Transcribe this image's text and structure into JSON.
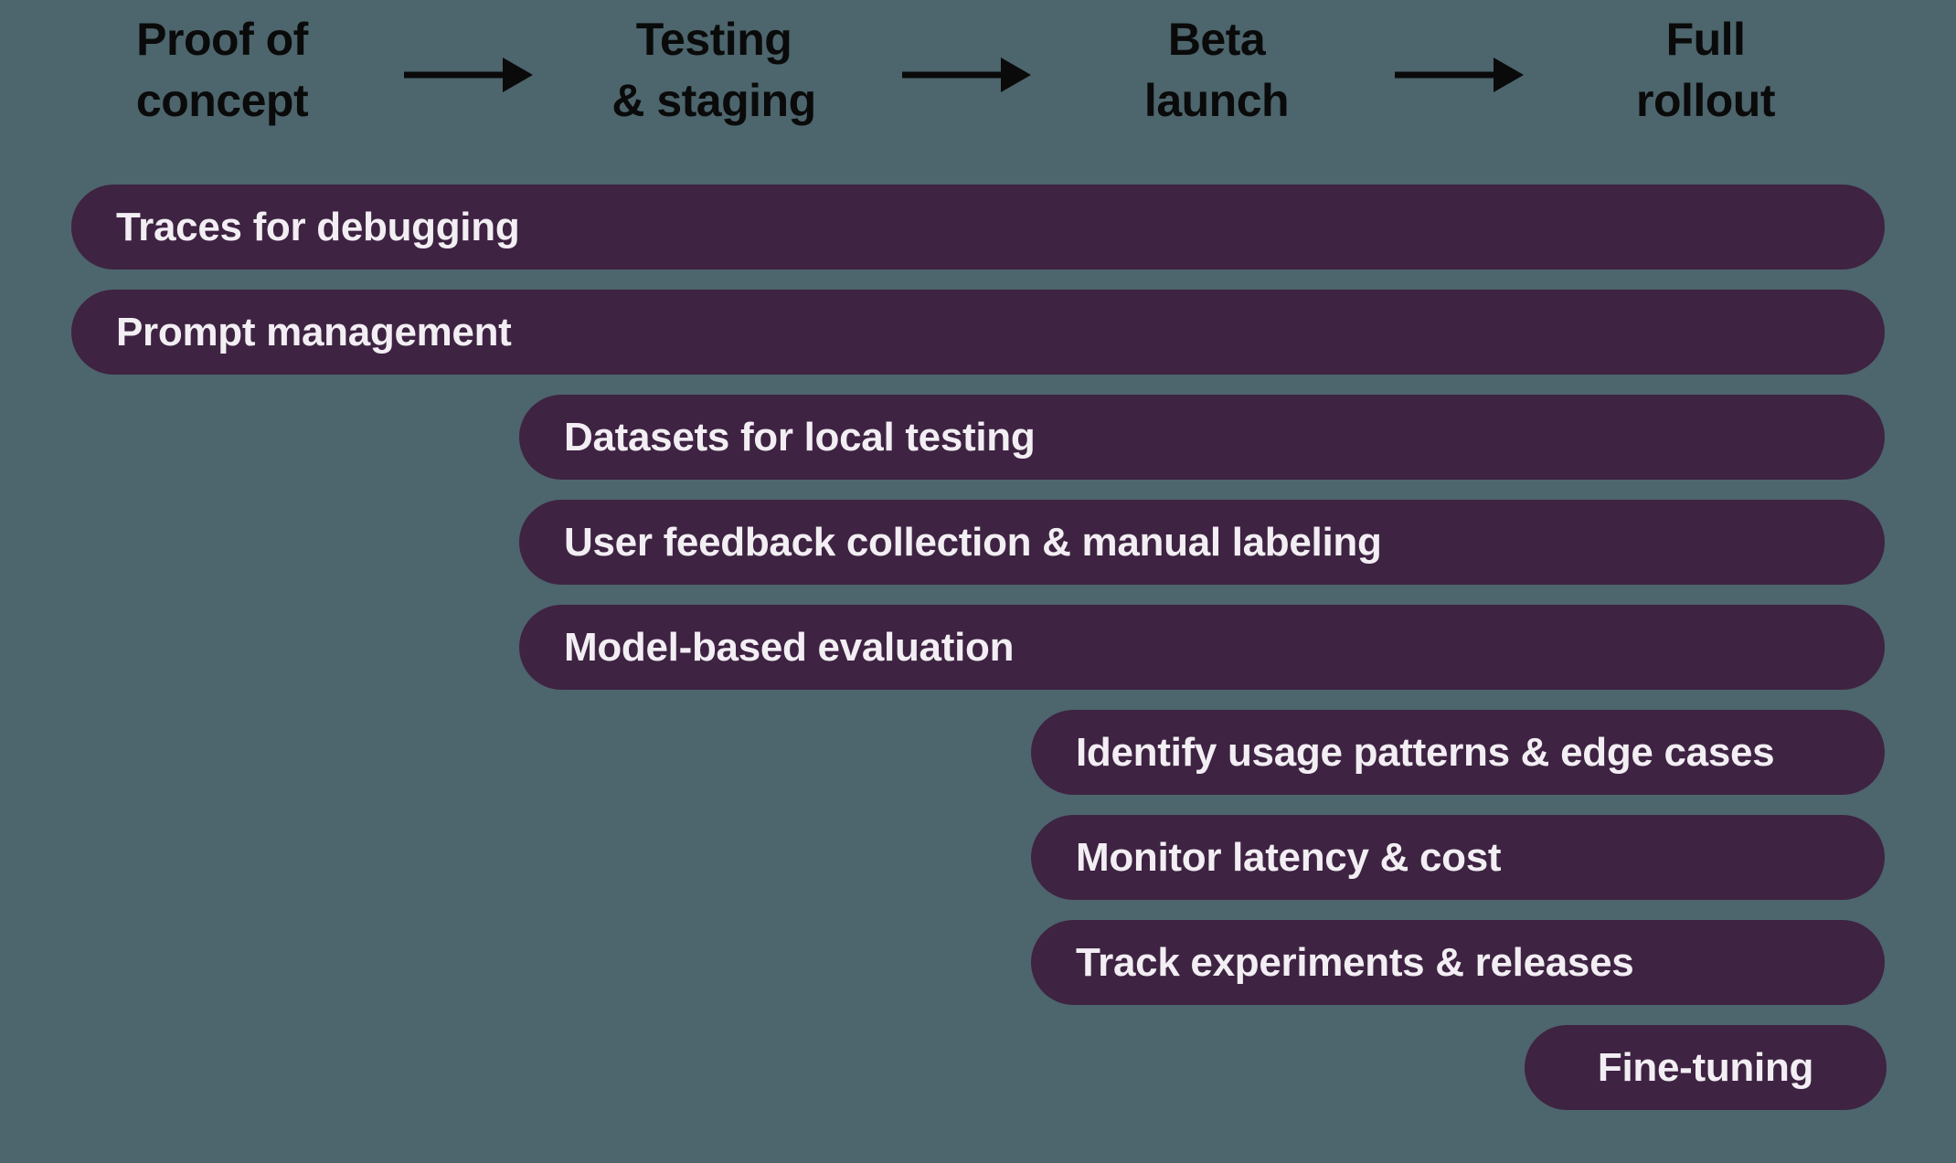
{
  "colors": {
    "background": "#4D656C",
    "bar": "#3E2342",
    "bar_text": "#F2EEF3",
    "phase_text": "#0A0A0A",
    "arrow": "#0A0A0A"
  },
  "phases": [
    {
      "line1": "Proof of",
      "line2": "concept"
    },
    {
      "line1": "Testing",
      "line2": "& staging"
    },
    {
      "line1": "Beta",
      "line2": "launch"
    },
    {
      "line1": "Full",
      "line2": "rollout"
    }
  ],
  "bars": [
    {
      "label": "Traces for debugging",
      "starts_at_phase": "Proof of concept"
    },
    {
      "label": "Prompt management",
      "starts_at_phase": "Proof of concept"
    },
    {
      "label": "Datasets for local testing",
      "starts_at_phase": "Testing & staging"
    },
    {
      "label": "User feedback collection & manual labeling",
      "starts_at_phase": "Testing & staging"
    },
    {
      "label": "Model-based evaluation",
      "starts_at_phase": "Testing & staging"
    },
    {
      "label": "Identify usage patterns & edge cases",
      "starts_at_phase": "Beta launch"
    },
    {
      "label": "Monitor latency & cost",
      "starts_at_phase": "Beta launch"
    },
    {
      "label": "Track experiments & releases",
      "starts_at_phase": "Beta launch"
    },
    {
      "label": "Fine-tuning",
      "starts_at_phase": "Full rollout"
    }
  ]
}
